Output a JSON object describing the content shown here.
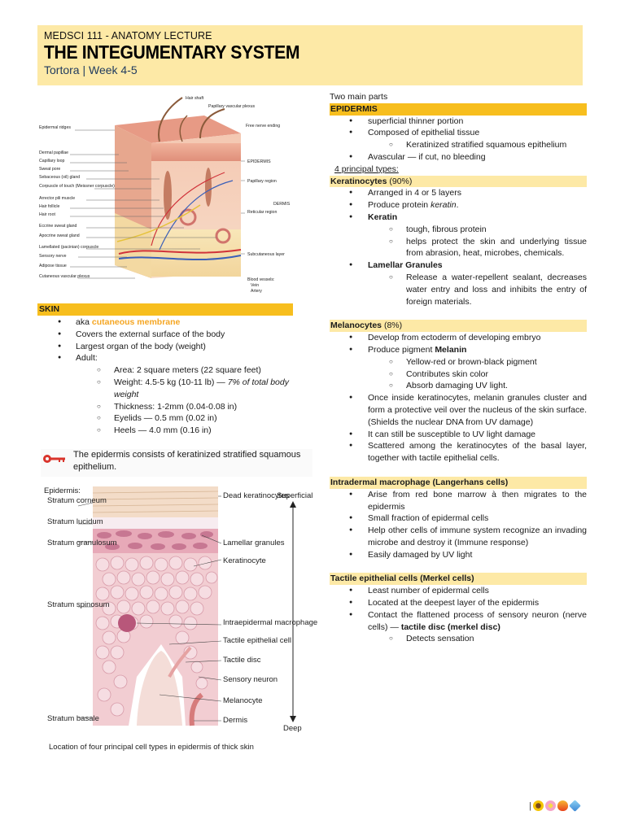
{
  "header": {
    "course": "MEDSCI 111 - ANATOMY LECTURE",
    "title": "THE INTEGUMENTARY SYSTEM",
    "subtitle": "Tortora | Week 4-5"
  },
  "skin_figure_labels": {
    "left": [
      "Epidermal ridges",
      "Dermal papillae",
      "Capillary loop",
      "Sweat pore",
      "Sebaceous (oil) gland",
      "Corpuscle of touch (Meissner corpuscle)",
      "Arrector pili muscle",
      "Hair follicle",
      "Hair root",
      "Eccrine sweat gland",
      "Apocrine sweat gland",
      "Lamellated (pacinian) corpuscle",
      "Sensory nerve",
      "Adipose tissue",
      "Cutaneous vascular plexus"
    ],
    "top": [
      "Hair shaft",
      "Papillary vascular plexus",
      "Free nerve ending"
    ],
    "right": [
      "EPIDERMIS",
      "Papillary region",
      "Reticular region",
      "DERMIS",
      "Subcutaneous layer",
      "Blood vessels:",
      "Vein",
      "Artery"
    ]
  },
  "skin": {
    "heading": "SKIN",
    "aka_prefix": "aka ",
    "aka_term": "cutaneous membrane",
    "items": [
      "Covers the external surface of the body",
      "Largest organ of the body (weight)",
      "Adult:"
    ],
    "adult": {
      "area": "Area: 2 square meters (22 square feet)",
      "weight_a": "Weight: 4.5-5 kg (10-11 lb) — ",
      "weight_b": "7% of total body weight",
      "thickness": "Thickness: 1-2mm (0.04-0.08 in)",
      "eyelids": "Eyelids — 0.5 mm (0.02 in)",
      "heels": "Heels — 4.0 mm (0.16 in)"
    }
  },
  "note": "The epidermis consists of keratinized stratified squamous epithelium.",
  "epi_figure": {
    "left_labels": [
      "Epidermis:",
      "Stratum corneum",
      "Stratum lucidum",
      "Stratum granulosum",
      "Stratum spinosum",
      "Stratum basale"
    ],
    "right_labels": [
      "Dead keratinocytes",
      "Lamellar granules",
      "Keratinocyte",
      "Intraepidermal macrophage cell",
      "Tactile epithelial cell",
      "Tactile disc",
      "Sensory neuron",
      "Melanocyte",
      "Dermis"
    ],
    "superficial": "Superficial",
    "deep": "Deep",
    "caption": "Location of four principal cell types in epidermis of thick skin"
  },
  "right": {
    "intro": "Two main parts",
    "epidermis": {
      "heading": "EPIDERMIS",
      "b1": "superficial thinner portion",
      "b2": "Composed of epithelial tissue",
      "s1": "Keratinized stratified squamous epithelium",
      "b3": "Avascular — if cut, no bleeding"
    },
    "principal": "4 principal types:",
    "keratinocytes": {
      "name": "Keratinocytes",
      "pct": " (90%)",
      "b1": "Arranged in 4 or 5 layers",
      "b2a": "Produce protein ",
      "b2b": "keratin",
      "b2c": ".",
      "keratin": "Keratin",
      "k1": "tough, fibrous protein",
      "k2": "helps protect the skin and underlying tissue from abrasion, heat, microbes, chemicals.",
      "lamellar": "Lamellar Granules",
      "l1": "Release a water-repellent sealant, decreases water entry and loss and inhibits the entry of foreign materials."
    },
    "melanocytes": {
      "name": "Melanocytes",
      "pct": " (8%)",
      "b1": "Develop from ectoderm of developing embryo",
      "b2a": "Produce pigment ",
      "b2b": "Melanin",
      "m1": "Yellow-red or brown-black pigment",
      "m2": "Contributes skin color",
      "m3": "Absorb damaging UV light.",
      "b3": "Once inside keratinocytes, melanin granules cluster and form a protective veil over the nucleus of the skin surface. (Shields the nuclear DNA from UV damage)",
      "b4": "It can still be susceptible to UV light damage",
      "b5": "Scattered among the keratinocytes of the basal layer, together with tactile epithelial cells."
    },
    "langerhans": {
      "name": "Intradermal macrophage (Langerhans cells)",
      "b1": "Arise from red bone marrow à  then migrates to the epidermis",
      "b2": "Small fraction of epidermal cells",
      "b3": "Help other cells of immune system recognize an invading microbe and destroy it (Immune response)",
      "b4": "Easily damaged by UV light"
    },
    "merkel": {
      "name": "Tactile epithelial cells (Merkel cells)",
      "b1": "Least number of epidermal cells",
      "b2": "Located at the deepest layer of the epidermis",
      "b3a": "Contact the flattened process of sensory neuron (nerve cells) — ",
      "b3b": "tactile disc (merkel disc)",
      "s1": "Detects sensation"
    }
  },
  "footer": {
    "bar": "|"
  },
  "colors": {
    "header_bg": "#fde9a6",
    "section_bar": "#f7be1e",
    "light_bar": "#fde9a6",
    "accent_orange": "#f5a623"
  }
}
